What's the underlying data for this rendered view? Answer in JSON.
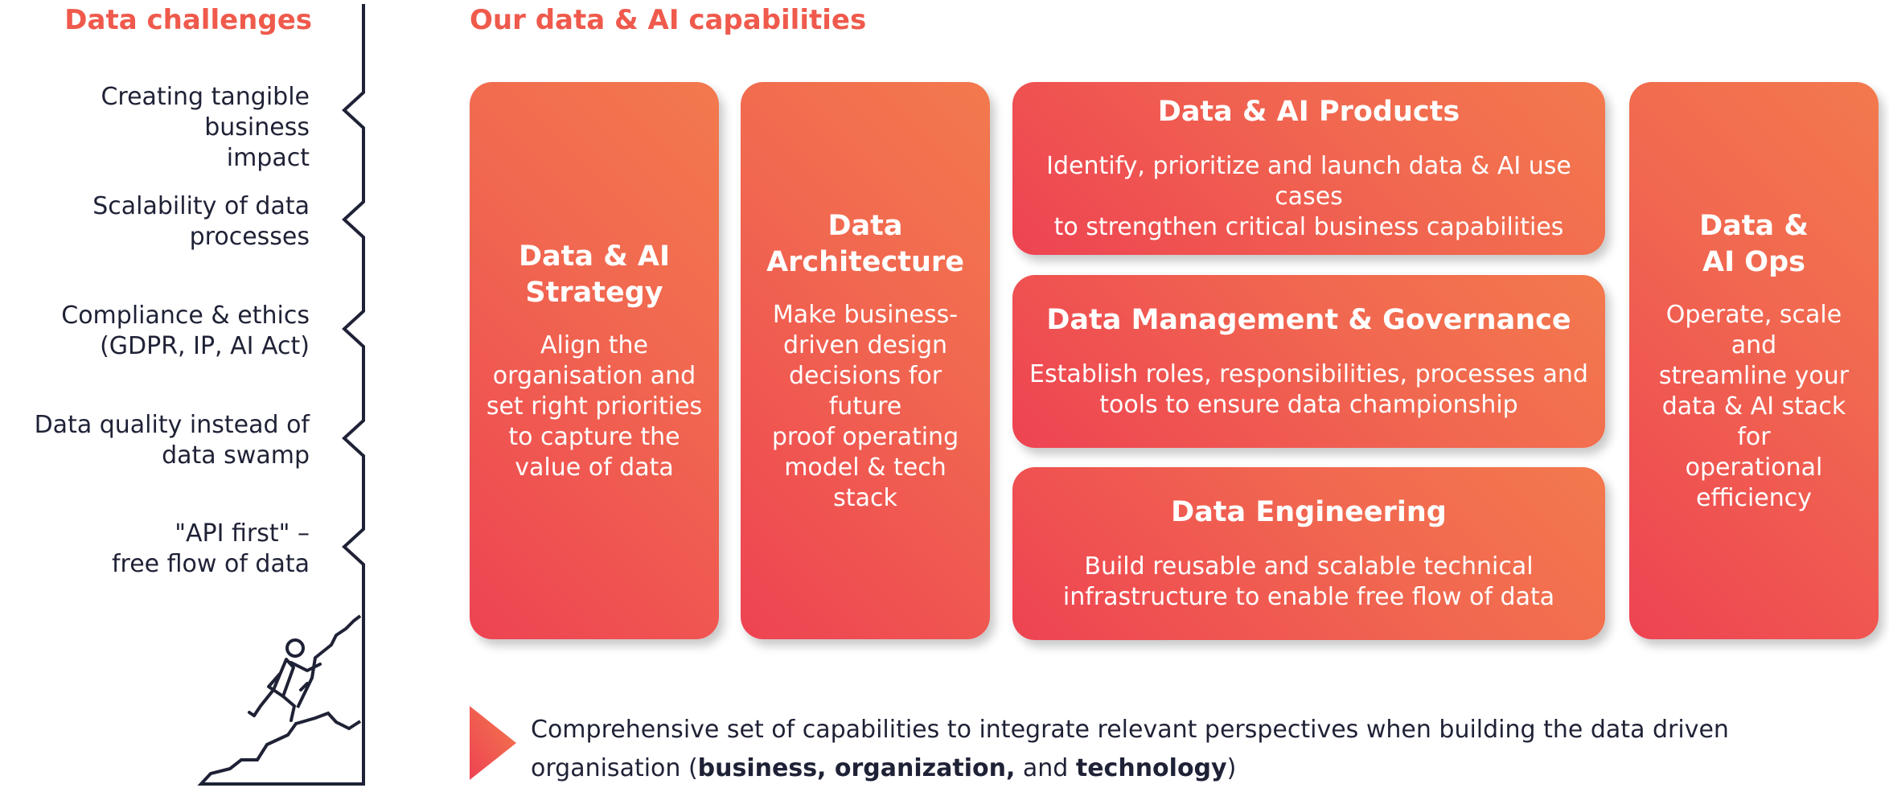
{
  "headings": {
    "challenges": "Data challenges",
    "capabilities": "Our data & AI capabilities"
  },
  "challenges": [
    {
      "line1": "Creating tangible business",
      "line2": "impact"
    },
    {
      "line1": "Scalability of data",
      "line2": "processes"
    },
    {
      "line1": "Compliance & ethics",
      "line2": "(GDPR, IP, AI Act)"
    },
    {
      "line1": "Data quality instead of",
      "line2": "data swamp"
    },
    {
      "line1": "\"API first\" –",
      "line2": "free flow of data"
    }
  ],
  "capabilities": {
    "strategy": {
      "title": "Data & AI\nStrategy",
      "description": "Align the\norganisation and\nset right priorities\nto capture the\nvalue of data"
    },
    "architecture": {
      "title": "Data\nArchitecture",
      "description": "Make business-\ndriven design\ndecisions for future\nproof operating\nmodel & tech stack"
    },
    "products": {
      "title": "Data & AI Products",
      "description": "Identify, prioritize and launch data & AI use cases\nto strengthen critical business capabilities"
    },
    "management": {
      "title": "Data Management & Governance",
      "description": "Establish roles, responsibilities, processes and\ntools to ensure data championship"
    },
    "engineering": {
      "title": "Data Engineering",
      "description": "Build reusable and scalable technical\ninfrastructure to enable free flow of data"
    },
    "ops": {
      "title": "Data &\nAI Ops",
      "description": "Operate, scale and\nstreamline your\ndata & AI stack for\noperational\nefficiency"
    }
  },
  "summary": {
    "text_start": "Comprehensive set of capabilities to integrate relevant perspectives when building the data driven organisation (",
    "bold_1": "business, organization,",
    "text_mid": " and ",
    "bold_2": "technology",
    "text_end": ")"
  },
  "icons": {
    "climber": "climber-icon",
    "mountain": "mountain-outline",
    "arrow": "triangle-arrow-icon"
  },
  "colors": {
    "accent": "#ef5a4c",
    "card_gradient_start": "#ee4352",
    "card_gradient_end": "#f3794d",
    "text_dark": "#1f2236"
  }
}
